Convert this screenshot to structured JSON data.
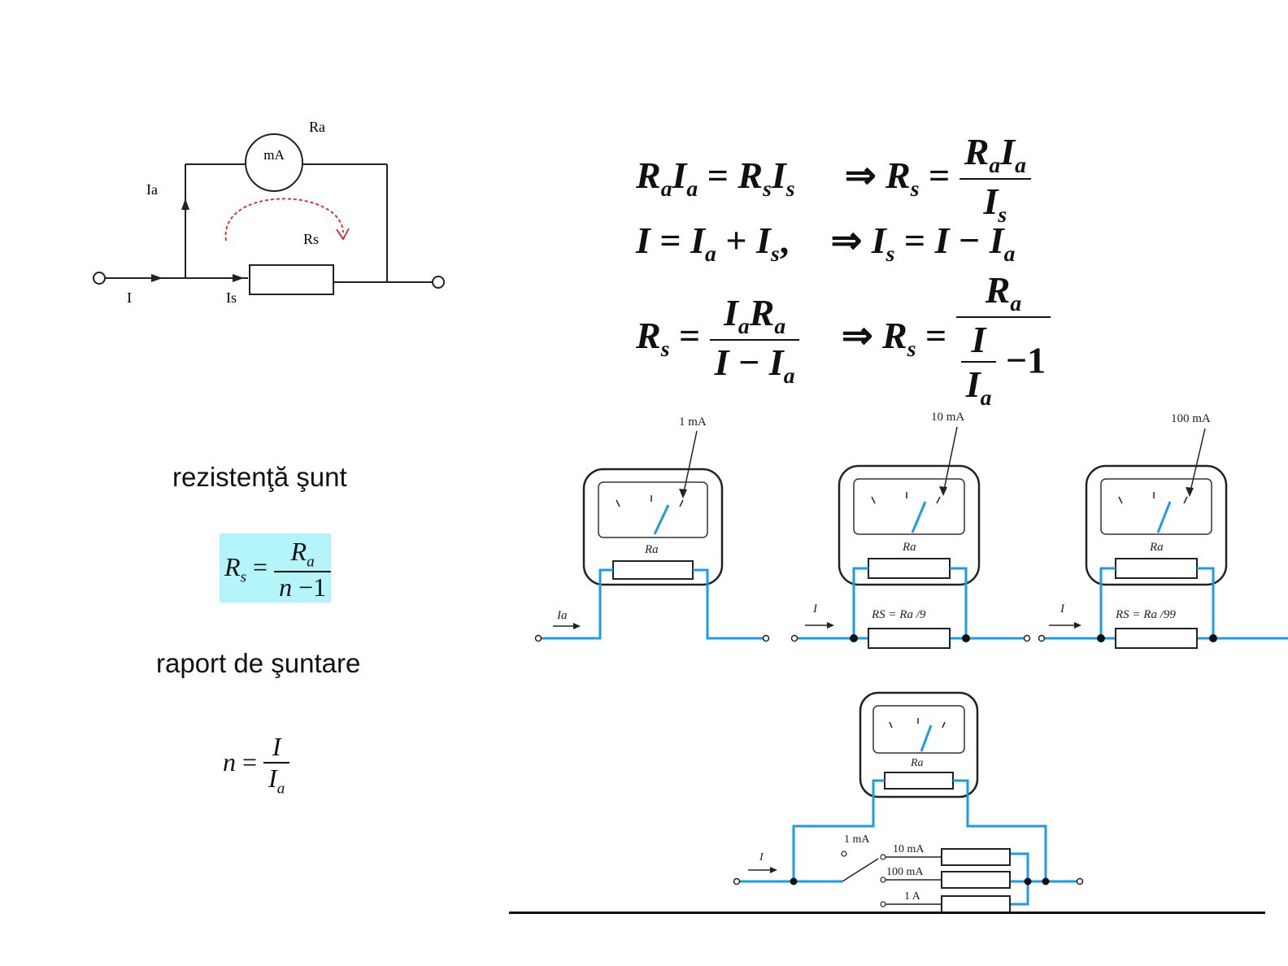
{
  "shunt_circuit": {
    "labels": {
      "ammeter": "mA",
      "ra": "Ra",
      "ia": "Ia",
      "rs": "Rs",
      "i": "I",
      "is": "Is"
    }
  },
  "equations": {
    "line1": {
      "lhs": "RaIa = RsIs",
      "rhs": "Rs = RaIa / Is"
    },
    "line2": {
      "lhs": "I = Ia + Is,",
      "rhs": "Is = I − Ia"
    },
    "line3": {
      "lhs": "Rs = IaRa / (I − Ia)",
      "rhs": "Rs = Ra / (I/Ia − 1)"
    }
  },
  "left_panel": {
    "shunt_label": "rezistenţă şunt",
    "shunt_formula": "Rs = Ra / (n − 1)",
    "ratio_label": "raport de şuntare",
    "ratio_formula": "n = I / Ia"
  },
  "meters": {
    "range_1": "1 mA",
    "range_2": "10 mA",
    "range_3": "100 mA",
    "meter_resistor": "Ra",
    "input_current_a": "Ia",
    "input_current": "I",
    "shunt_2": "RS = Ra /9",
    "shunt_3": "RS = Ra /99"
  },
  "multirange": {
    "meter_resistor": "Ra",
    "input_current": "I",
    "switch_positions": [
      "1 mA",
      "10 mA",
      "100 mA",
      "1 A"
    ]
  },
  "colors": {
    "wire_blue": "#1e9be6",
    "arrow_red": "#e02020",
    "highlight": "#b3f5fa",
    "ink": "#222222"
  }
}
